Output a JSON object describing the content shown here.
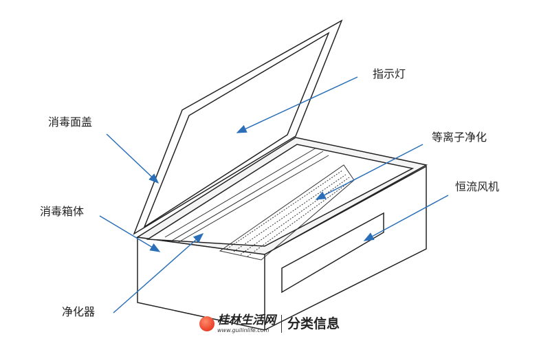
{
  "labels": {
    "indicator": "指示灯",
    "lid": "消毒面盖",
    "plasma": "等离子净化",
    "fan": "恒流风机",
    "body": "消毒箱体",
    "purifier": "净化器"
  },
  "watermark": {
    "site": "桂林生活网",
    "url": "www.guilinlife.com",
    "category": "分类信息"
  },
  "colors": {
    "arrow": "#2a6fb8",
    "line": "#222222"
  }
}
